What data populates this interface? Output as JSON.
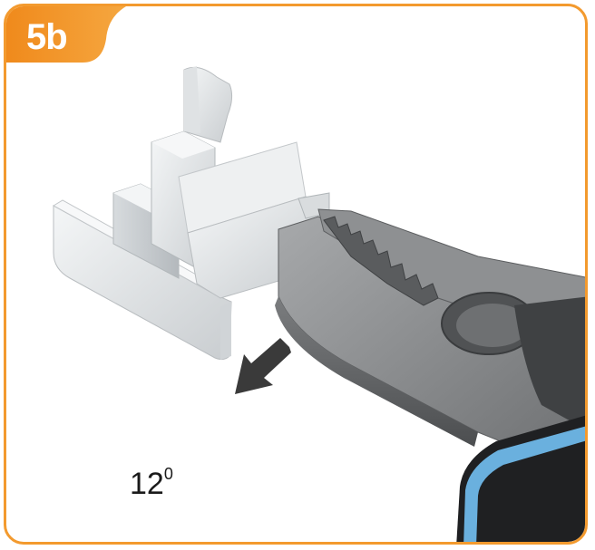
{
  "step": {
    "label": "5b"
  },
  "diagram": {
    "angle_value": "12",
    "angle_unit": "0"
  },
  "colors": {
    "accent": "#f39a2e",
    "part": "#e9ecee",
    "tool": "#8a8c8e",
    "handle": "#5fa8d8",
    "arrow": "#3a3a3a"
  },
  "icons": [
    "arrow-down-left-icon"
  ]
}
